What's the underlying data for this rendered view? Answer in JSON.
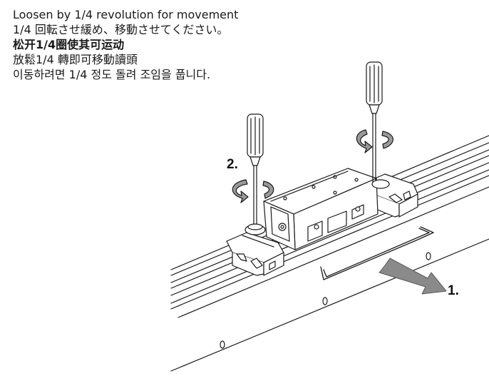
{
  "instructions": {
    "lines": [
      "Loosen by 1/4 revolution for movement",
      "1/4 回転させ緩め、移動させてください。",
      "松开1/4圈使其可运动",
      "放鬆1/4 轉即可移動讀頭",
      "이동하려면 1/4 정도 돌려 조임을 풉니다."
    ]
  },
  "diagram": {
    "step1_label": "1.",
    "step2_label": "2.",
    "colors": {
      "line": "#1a1a1a",
      "arrow": "#8a8a8a"
    },
    "icons": [
      "screwdriver-icon",
      "rotation-arrow-icon",
      "pull-direction-arrow-icon"
    ]
  }
}
